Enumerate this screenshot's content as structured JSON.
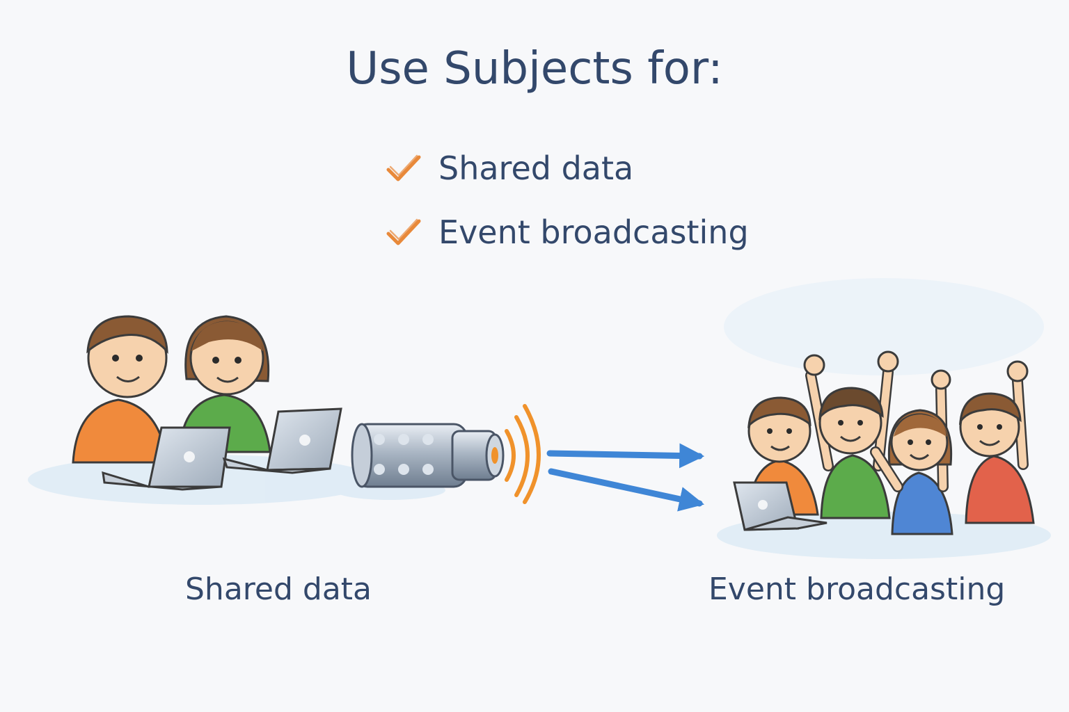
{
  "title": "Use Subjects for:",
  "checklist": [
    {
      "label": "Shared data",
      "icon": "checkmark-icon"
    },
    {
      "label": "Event broadcasting",
      "icon": "checkmark-icon"
    }
  ],
  "captions": {
    "left": "Shared data",
    "right": "Event broadcasting"
  },
  "colors": {
    "text": "#33486b",
    "check": "#e8893a",
    "arrow": "#3f86d6",
    "signal": "#f0922b",
    "shirt_orange": "#f08a3c",
    "shirt_green": "#5cab4b",
    "shirt_blue": "#4f86d4",
    "shirt_red": "#e2624b"
  }
}
